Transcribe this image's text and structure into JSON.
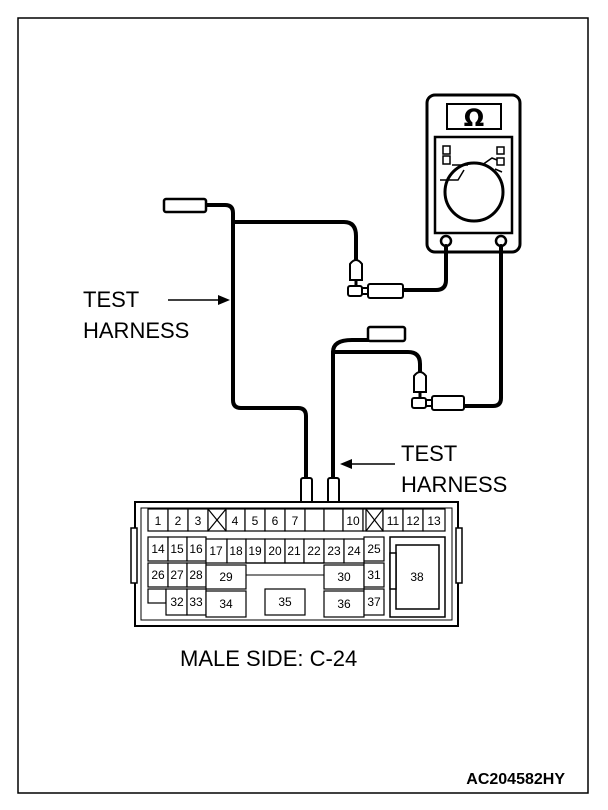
{
  "labels": {
    "test_harness_left": [
      "TEST",
      "HARNESS"
    ],
    "test_harness_right": [
      "TEST",
      "HARNESS"
    ],
    "connector_caption": "MALE SIDE: C-24",
    "figure_code": "AC204582HY"
  },
  "meter": {
    "unit_symbol": "Ω"
  },
  "connector": {
    "row1": [
      "1",
      "2",
      "3",
      "4",
      "5",
      "6",
      "7",
      "",
      "10",
      "11",
      "12",
      "13"
    ],
    "row2": [
      "14",
      "15",
      "16",
      "17",
      "18",
      "19",
      "20",
      "21",
      "22",
      "23",
      "24",
      "25"
    ],
    "row3": [
      "26",
      "27",
      "28",
      "29",
      "30",
      "31"
    ],
    "row4": [
      "32",
      "33",
      "34",
      "35",
      "36",
      "37"
    ],
    "big": "38"
  }
}
